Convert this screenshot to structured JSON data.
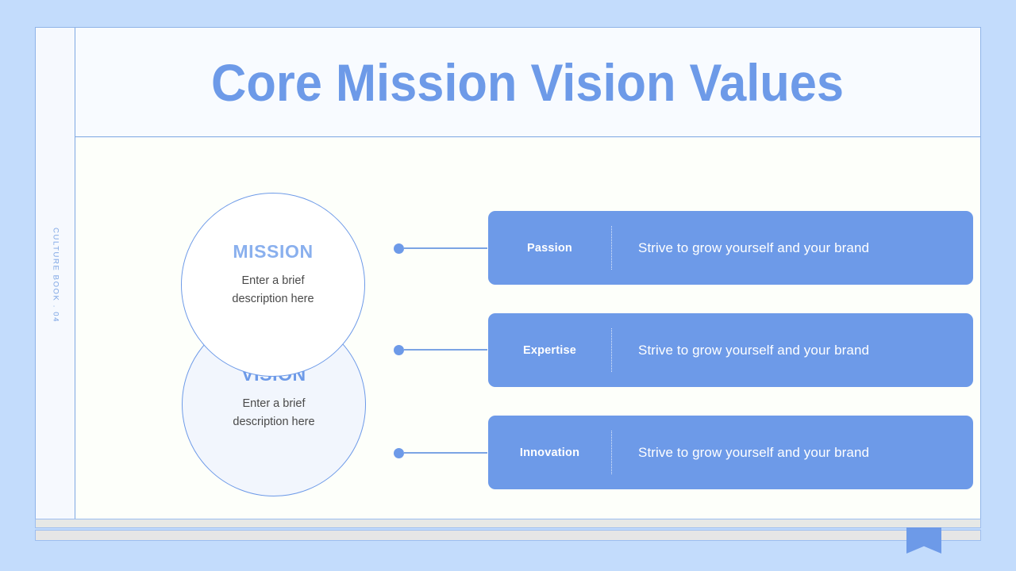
{
  "slide": {
    "title": "Core Mission Vision Values",
    "spine_label": "CULTURE BOOK . 04",
    "accent_color": "#6d9ae8",
    "background_color": "#c3dcfc",
    "card_color": "#6d9ae8",
    "content_background": "#fdfffa"
  },
  "circles": [
    {
      "id": "mission",
      "heading": "MISSION",
      "description_line_1": "Enter a brief",
      "description_line_2": "description here",
      "fill": "#ffffff"
    },
    {
      "id": "vision",
      "heading": "VISION",
      "description_line_1": "Enter a brief",
      "description_line_2": "description here",
      "fill": "#f2f6fd"
    }
  ],
  "value_cards": [
    {
      "label": "Passion",
      "description": "Strive to grow yourself and your brand"
    },
    {
      "label": "Expertise",
      "description": "Strive to grow yourself and your brand"
    },
    {
      "label": "Innovation",
      "description": "Strive to grow yourself and your brand"
    }
  ]
}
